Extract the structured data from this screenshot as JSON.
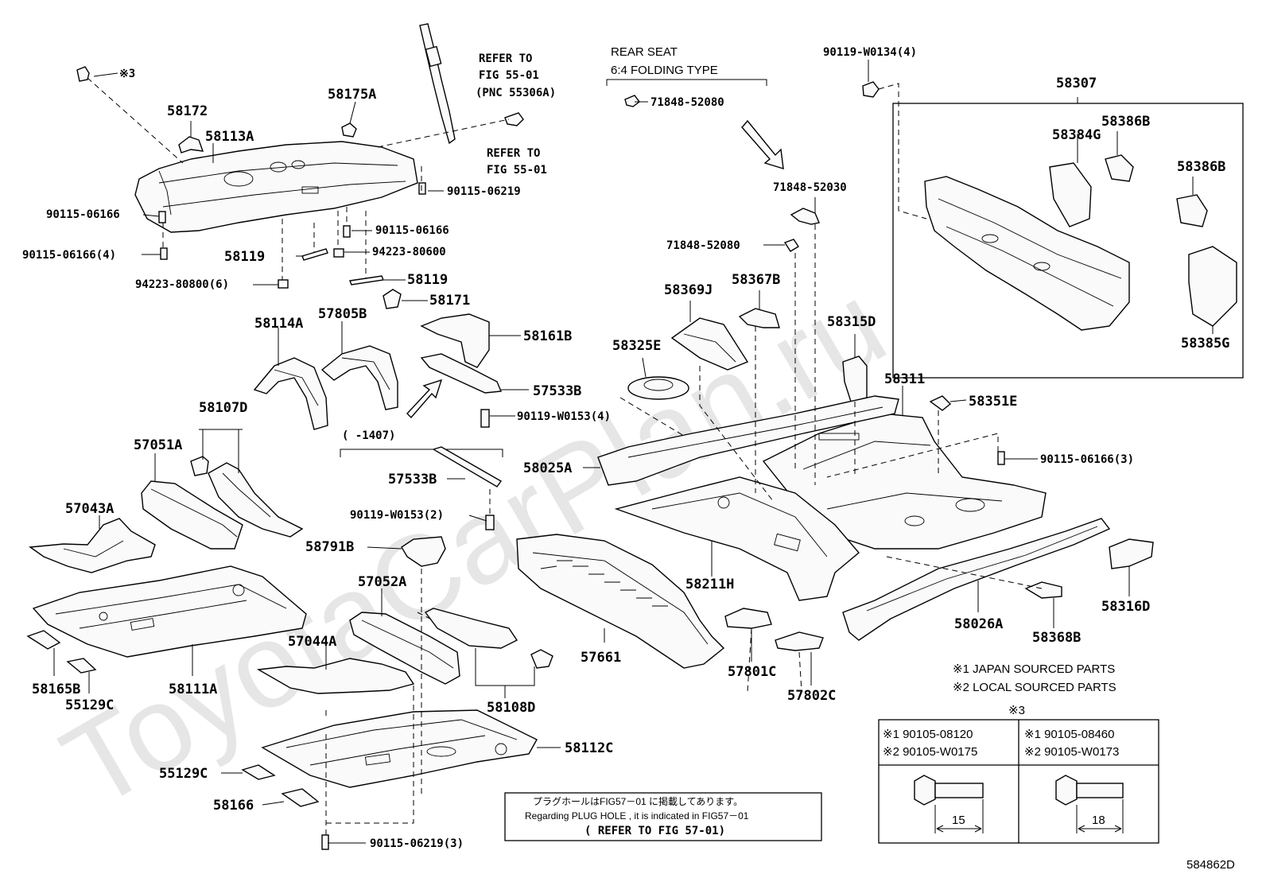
{
  "watermark": "ToyotaCarPlan.ru",
  "figure_code": "584862D",
  "refer_top_left": {
    "line1": "REFER TO",
    "line2": "FIG 55-01",
    "line3": "(PNC 55306A)"
  },
  "refer_mid": {
    "line1": "REFER TO",
    "line2": "FIG 55-01"
  },
  "rear_seat": {
    "line1": "REAR SEAT",
    "line2": "6:4 FOLDING TYPE"
  },
  "date_range": "(    -1407)",
  "footnotes": {
    "japan": "※1 JAPAN SOURCED PARTS",
    "local": "※2 LOCAL SOURCED PARTS"
  },
  "bolt_table": {
    "title": "※3",
    "col1_row1": "※1  90105-08120",
    "col1_row2": "※2  90105-W0175",
    "col2_row1": "※1  90105-08460",
    "col2_row2": "※2  90105-W0173",
    "dim1": "15",
    "dim2": "18"
  },
  "plug_note": {
    "jp": "プラグホールはFIG57－01 に掲載してあります。",
    "en": "Regarding  PLUG HOLE , it is indicated in FIG57－01",
    "refer": "( REFER TO FIG 57-01)"
  },
  "labels": {
    "note3": "※3",
    "p58172": "58172",
    "p58113A": "58113A",
    "p58175A": "58175A",
    "p90115_06166_a": "90115-06166",
    "p90115_06166_4": "90115-06166(4)",
    "p90115_06219": "90115-06219",
    "p90115_06166_b": "90115-06166",
    "p94223_80600": "94223-80600",
    "p58119_a": "58119",
    "p58119_b": "58119",
    "p94223_80800_6": "94223-80800(6)",
    "p58171": "58171",
    "p58114A": "58114A",
    "p57805B": "57805B",
    "p58161B": "58161B",
    "p57533B_a": "57533B",
    "p90119_W0153_4": "90119-W0153(4)",
    "p58107D": "58107D",
    "p57051A": "57051A",
    "p57043A": "57043A",
    "p57533B_b": "57533B",
    "p90119_W0153_2": "90119-W0153(2)",
    "p58791B": "58791B",
    "p57052A": "57052A",
    "p57044A": "57044A",
    "p58111A": "58111A",
    "p58165B": "58165B",
    "p55129C_a": "55129C",
    "p58108D": "58108D",
    "p58112C": "58112C",
    "p55129C_b": "55129C",
    "p58166": "58166",
    "p90115_06219_3": "90115-06219(3)",
    "p71848_52080_a": "71848-52080",
    "p71848_52030": "71848-52030",
    "p71848_52080_b": "71848-52080",
    "p58369J": "58369J",
    "p58367B": "58367B",
    "p58325E": "58325E",
    "p58315D": "58315D",
    "p58311": "58311",
    "p58351E": "58351E",
    "p90115_06166_3": "90115-06166(3)",
    "p58025A": "58025A",
    "p57661": "57661",
    "p58211H": "58211H",
    "p57801C": "57801C",
    "p57802C": "57802C",
    "p58026A": "58026A",
    "p58368B": "58368B",
    "p58316D": "58316D",
    "p90119_W0134_4": "90119-W0134(4)",
    "p58307": "58307",
    "p58386B_a": "58386B",
    "p58384G": "58384G",
    "p58386B_b": "58386B",
    "p58385G": "58385G"
  }
}
